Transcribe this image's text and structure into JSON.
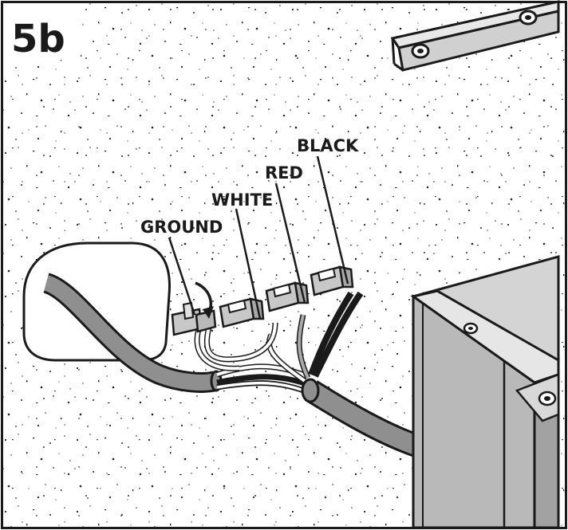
{
  "step_label": "5b",
  "wire_labels": {
    "ground": "GROUND",
    "white": "WHITE",
    "red": "RED",
    "black": "BLACK"
  },
  "colors": {
    "ink": "#1a1a1a",
    "cable_gray": "#8f8f8f",
    "connector_gray": "#c8c8c8",
    "cabinet_gray": "#b9b9b9",
    "wire_black": "#1a1a1a",
    "wire_white": "#ffffff"
  }
}
